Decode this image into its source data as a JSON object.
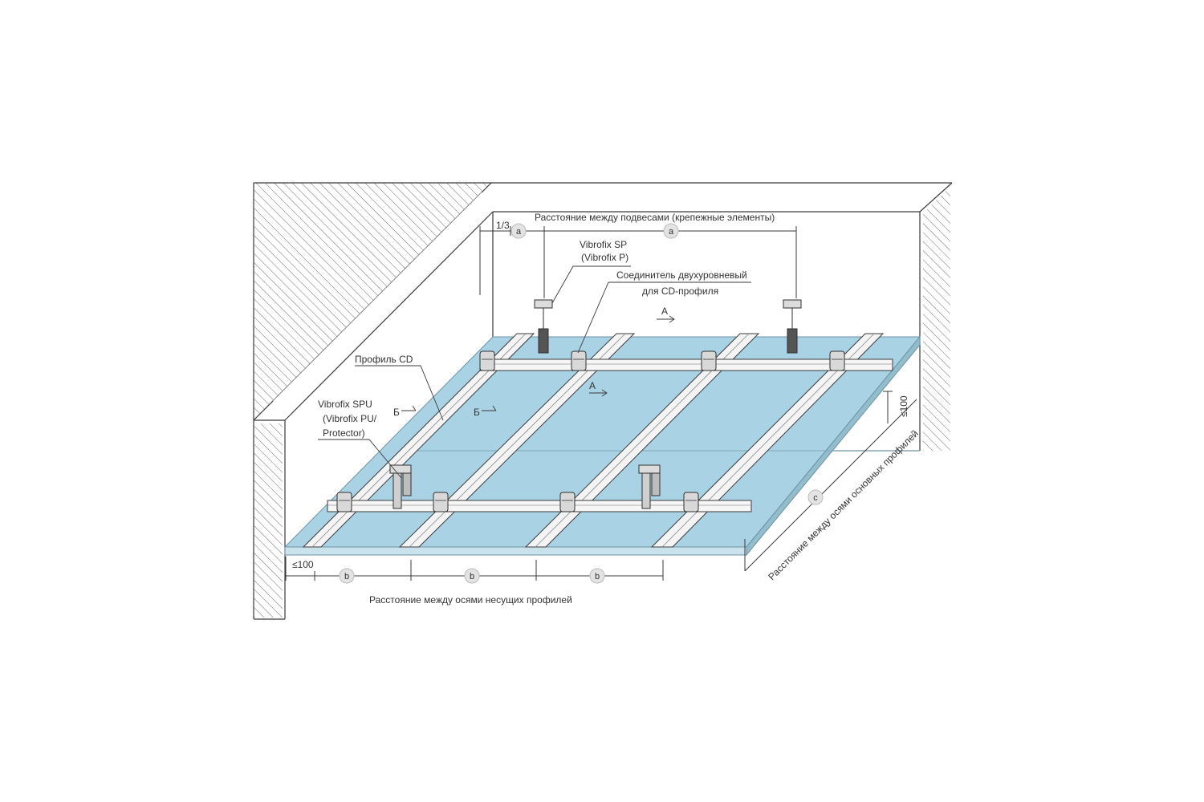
{
  "labels": {
    "hanger_spacing": "Расстояние между подвесами (крепежные элементы)",
    "one_third": "1/3",
    "vibrofix_sp": "Vibrofix SP",
    "vibrofix_p": "(Vibrofix P)",
    "connector_line1": "Соединитель двухуровневый",
    "connector_line2": "для CD-профиля",
    "profile_cd": "Профиль CD",
    "vibrofix_spu": "Vibrofix SPU",
    "vibrofix_pu": "(Vibrofix PU/",
    "protector": "Protector)",
    "section_a": "А",
    "section_b": "Б",
    "max_100": "≤100",
    "bearing_spacing": "Расстояние между осями несущих профилей",
    "main_spacing": "Расстояние между осями основных профилей"
  },
  "markers": {
    "a": "a",
    "b": "b",
    "c": "c"
  },
  "colors": {
    "board": "#a9d3e4",
    "board_edge": "#8fb8ca",
    "line": "#3a3a3a",
    "profile": "#f2f2f2",
    "marker_fill": "#e3e3e3"
  }
}
